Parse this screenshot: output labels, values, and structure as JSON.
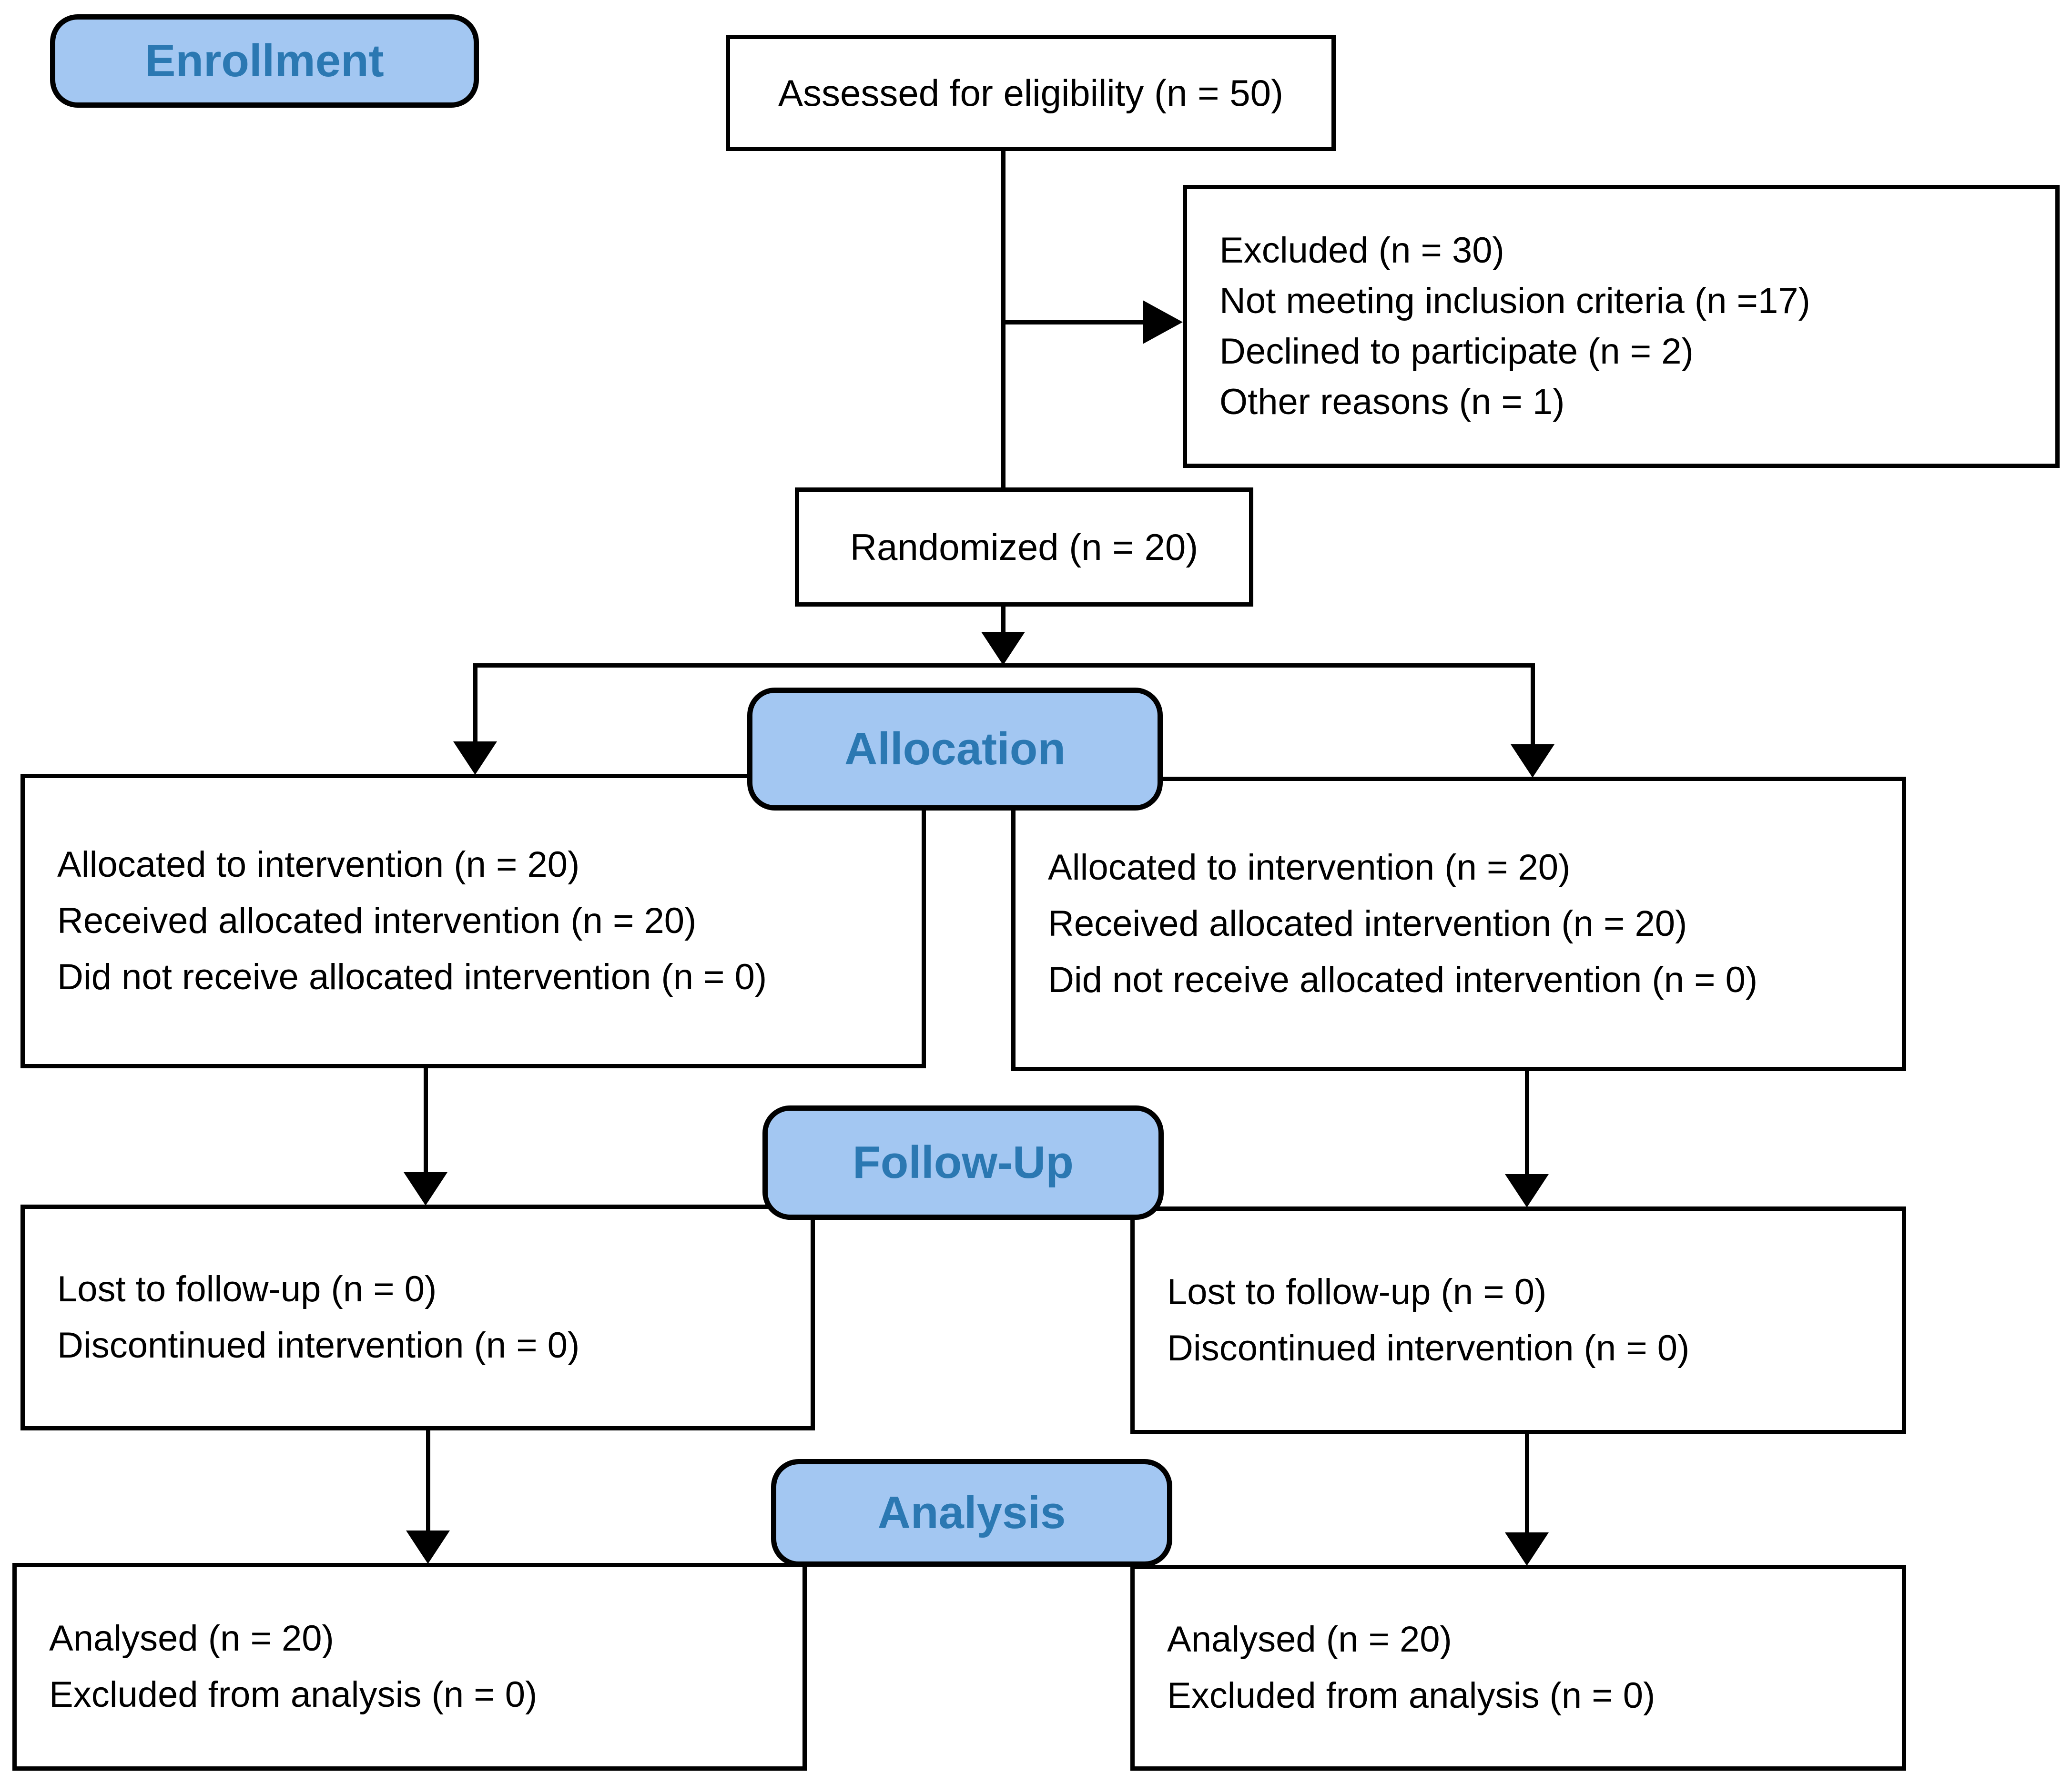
{
  "stages": [
    {
      "label": "Enrollment"
    },
    {
      "label": "Allocation"
    },
    {
      "label": "Follow-Up"
    },
    {
      "label": "Analysis"
    }
  ],
  "boxes": {
    "assessed": {
      "text": "Assessed for eligibility (n = 50)"
    },
    "excluded": {
      "lines": [
        "Excluded (n = 30)",
        "Not meeting inclusion criteria (n =17)",
        "Declined to participate (n = 2)",
        "Other reasons (n = 1)"
      ]
    },
    "randomized": {
      "text": "Randomized (n = 20)"
    },
    "allocation_left": {
      "lines": [
        "Allocated to intervention (n = 20)",
        "Received allocated intervention (n = 20)",
        "Did not receive allocated intervention (n = 0)"
      ]
    },
    "allocation_right": {
      "lines": [
        "Allocated to intervention (n = 20)",
        "Received allocated intervention (n = 20)",
        "Did not receive allocated intervention (n = 0)"
      ]
    },
    "followup_left": {
      "lines": [
        "Lost to follow-up (n = 0)",
        "Discontinued intervention (n = 0)"
      ]
    },
    "followup_right": {
      "lines": [
        "Lost to follow-up (n = 0)",
        "Discontinued intervention (n = 0)"
      ]
    },
    "analysis_left": {
      "lines": [
        "Analysed (n = 20)",
        "Excluded from analysis (n = 0)"
      ]
    },
    "analysis_right": {
      "lines": [
        "Analysed (n = 20)",
        "Excluded from analysis (n = 0)"
      ]
    }
  },
  "colors": {
    "stage_fill": "#A3C7F2",
    "stage_text": "#2B78B2",
    "stroke": "#000000",
    "background": "#FFFFFF"
  }
}
